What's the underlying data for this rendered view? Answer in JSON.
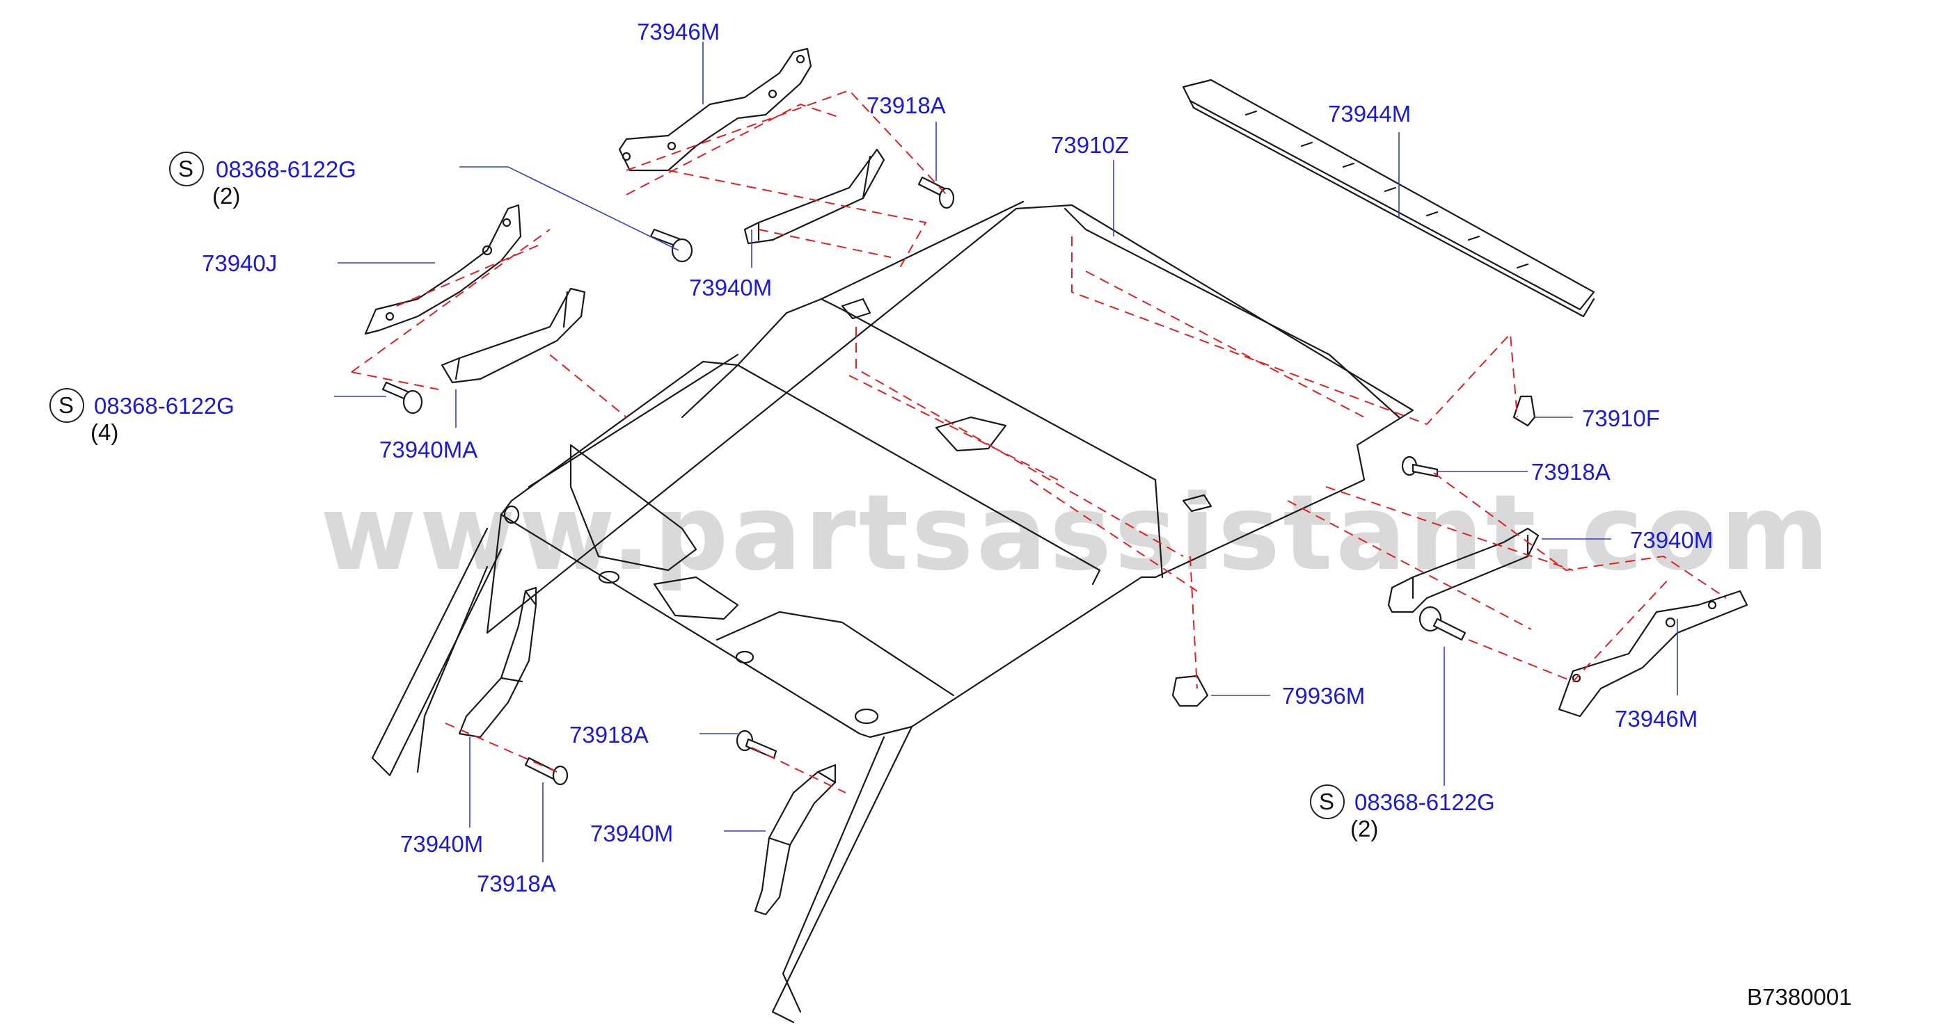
{
  "watermark": "www.partsassistant.com",
  "diagram_code": "B7380001",
  "labels": {
    "l_73946M_top": "73946M",
    "l_73918A_top": "73918A",
    "l_08368_top": "08368-6122G",
    "l_08368_top_qty": "(2)",
    "l_73940J": "73940J",
    "l_73940M_top": "73940M",
    "l_73910Z": "73910Z",
    "l_73944M": "73944M",
    "l_08368_left": "08368-6122G",
    "l_08368_left_qty": "(4)",
    "l_73940MA": "73940MA",
    "l_73910F": "73910F",
    "l_73918A_right": "73918A",
    "l_73940M_right": "73940M",
    "l_79936M": "79936M",
    "l_73946M_right": "73946M",
    "l_08368_right": "08368-6122G",
    "l_08368_right_qty": "(2)",
    "l_73918A_bottom": "73918A",
    "l_73940M_bottom_left": "73940M",
    "l_73918A_bottom_left": "73918A",
    "l_73940M_bottom_mid": "73940M"
  },
  "s_mark": "S"
}
